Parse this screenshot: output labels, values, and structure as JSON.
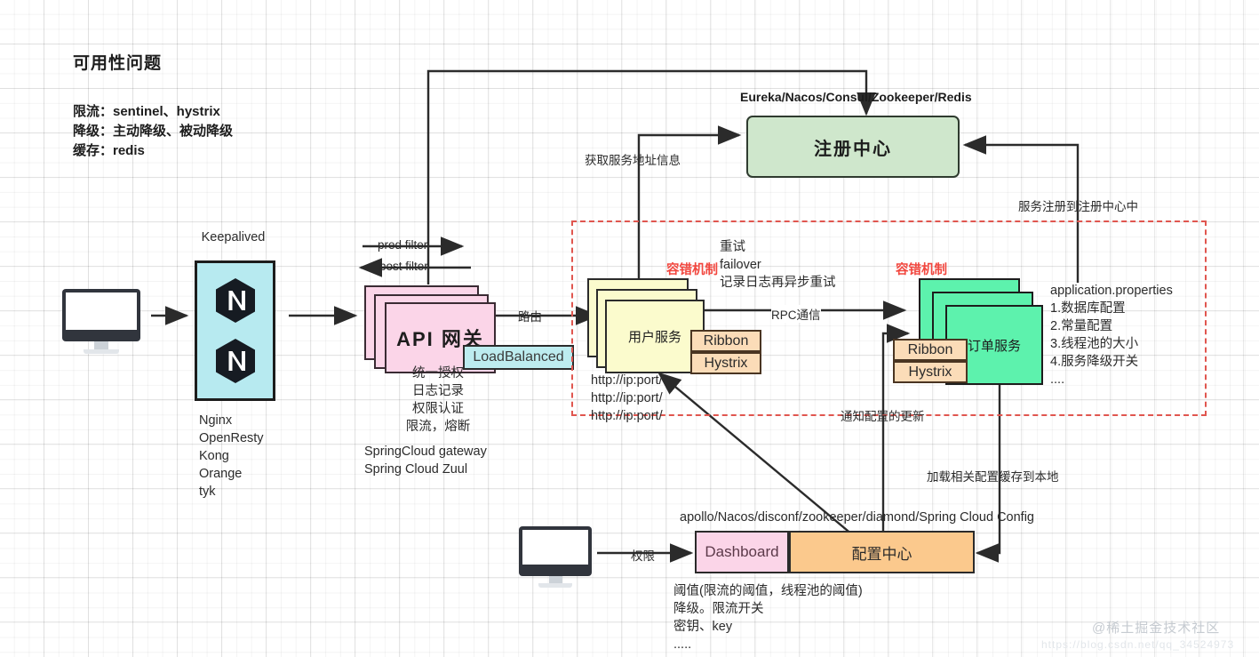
{
  "page": {
    "title": "可用性问题",
    "legend": "限流：sentinel、hystrix\n降级：主动降级、被动降级\n缓存：redis"
  },
  "client": {
    "left_monitor_name": "client-monitor",
    "bottom_monitor_name": "admin-monitor"
  },
  "nginx": {
    "top_label": "Keepalived",
    "logo_letter": "N",
    "stack_text": "Nginx\nOpenResty\nKong\nOrange\ntyk"
  },
  "gateway": {
    "pred_filter": "pred filter",
    "post_filter": "post filter",
    "title": "API 网关",
    "load_balanced": "LoadBalanced",
    "features": "统一授权\n日志记录\n权限认证\n限流，熔断",
    "impls": "SpringCloud gateway\nSpring Cloud Zuul",
    "route_label": "路由"
  },
  "registry": {
    "header": "Eureka/Nacos/Consul/Zookeeper/Redis",
    "title": "注册中心",
    "fetch_label": "获取服务地址信息",
    "register_label": "服务注册到注册中心中"
  },
  "user_service": {
    "title": "用户服务",
    "fault_tolerance": "容错机制",
    "retry_notes": "重试\nfailover\n记录日志再异步重试",
    "ribbon": "Ribbon",
    "hystrix": "Hystrix",
    "endpoints": "http://ip:port/\nhttp://ip:port/\nhttp://ip:port/",
    "rpc_label": "RPC通信"
  },
  "order_service": {
    "title": "订单服务",
    "fault_tolerance": "容错机制",
    "ribbon": "Ribbon",
    "hystrix": "Hystrix",
    "properties": "application.properties\n1.数据库配置\n2.常量配置\n3.线程池的大小\n4.服务降级开关\n...."
  },
  "config_center": {
    "header": "apollo/Nacos/disconf/zookeeper/diamond/Spring Cloud Config",
    "dashboard": "Dashboard",
    "title": "配置中心",
    "notes": "阈值(限流的阈值，线程池的阈值)\n降级。限流开关\n密钥、key\n.....",
    "auth_label": "权限",
    "notify_label": "通知配置的更新",
    "load_label": "加载相关配置缓存到本地"
  },
  "watermark": {
    "primary": "@稀土掘金技术社区",
    "secondary": "https://blog.csdn.net/qq_34524973"
  },
  "colors": {
    "nginx_fill": "#b7eaf0",
    "registry_fill": "#cfe7cc",
    "gateway_fill": "#fbd5e8",
    "loadbalanced_fill": "#bdecef",
    "user_service_fill": "#fbfbcd",
    "order_service_fill": "#5df2ad",
    "ribbon_fill": "#fbdcb8",
    "config_fill": "#fbc98d",
    "dashed_region": "#e0564f",
    "fault_text": "#f2473f"
  }
}
